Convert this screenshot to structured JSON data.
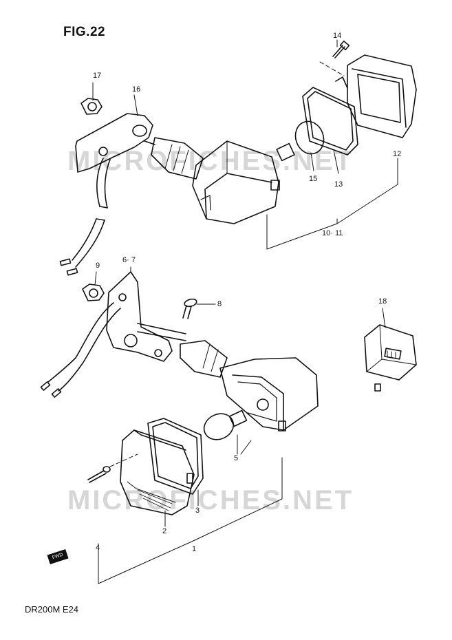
{
  "figure": {
    "title": "FIG.22",
    "model": "DR200M  E24"
  },
  "watermark": "MICROFICHES.NET",
  "fwd_label": "FWD",
  "callouts": {
    "c17": "17",
    "c16": "16",
    "c14": "14",
    "c15": "15",
    "c13": "13",
    "c12": "12",
    "c10_11": "10· 11",
    "c9": "9",
    "c6_7": "6· 7",
    "c8": "8",
    "c18": "18",
    "c5": "5",
    "c4": "4",
    "c3": "3",
    "c2": "2",
    "c1": "1"
  }
}
